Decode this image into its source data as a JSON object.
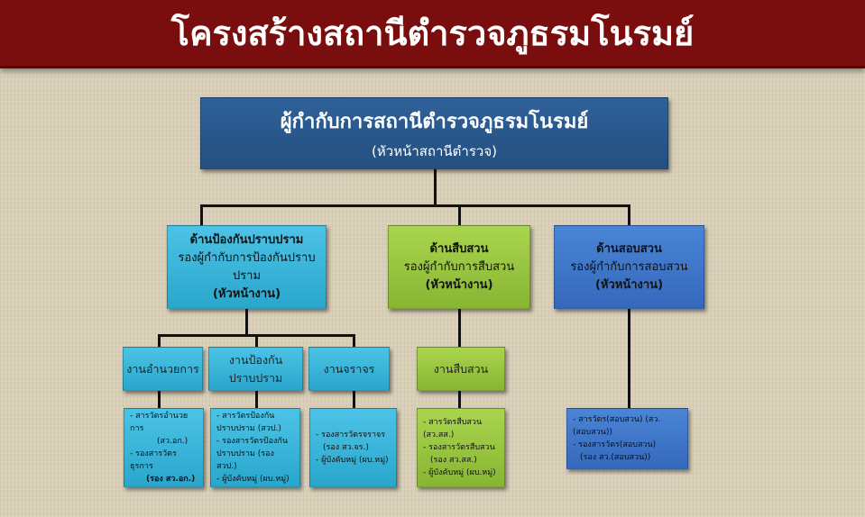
{
  "title": "โครงสร้างสถานีตำรวจภูธรมโนรมย์",
  "top": {
    "title": "ผู้กำกับการสถานีตำรวจภูธรมโนรมย์",
    "subtitle": "(หัวหน้าสถานีตำรวจ)"
  },
  "divisions": [
    {
      "name": "ด้านป้องกันปราบปราม",
      "deputy": "รองผู้กำกับการป้องกันปราบปราม",
      "role": "(หัวหน้างาน)"
    },
    {
      "name": "ด้านสืบสวน",
      "deputy": "รองผู้กำกับการสืบสวน",
      "role": "(หัวหน้างาน)"
    },
    {
      "name": "ด้านสอบสวน",
      "deputy": "รองผู้กำกับการสอบสวน",
      "role": "(หัวหน้างาน)"
    }
  ],
  "units": [
    {
      "label": "งานอำนวยการ"
    },
    {
      "label": "งานป้องกัน ปราบปราม"
    },
    {
      "label": "งานจราจร"
    },
    {
      "label": "งานสืบสวน"
    }
  ],
  "staff": [
    {
      "lines": [
        "- สารวัตรอำนวยการ",
        "(สว.อก.)",
        "- รองสารวัตรธุรการ",
        "(รอง สว.อก.)"
      ]
    },
    {
      "lines": [
        "- สารวัตรป้องกัน",
        "ปราบปราม (สวป.)",
        "- รองสารวัตรป้องกัน",
        "ปราบปราม (รอง สวป.)",
        "- ผู้บังคับหมู่ (ผบ.หมู่)"
      ]
    },
    {
      "lines": [
        "- รองสารวัตรจราจร",
        "(รอง สว.จร.)",
        "- ผู้บังคับหมู่ (ผบ.หมู่)"
      ]
    },
    {
      "lines": [
        "- สารวัตรสืบสวน (สว.สส.)",
        "- รองสารวัตรสืบสวน",
        "(รอง สว.สส.)",
        "- ผู้บังคับหมู่ (ผบ.หมู่)"
      ]
    },
    {
      "lines": [
        "- สารวัตร(สอบสวน) (สว.(สอบสวน))",
        "- รองสารวัตร(สอบสวน)",
        "(รอง สว.(สอบสวน))"
      ]
    }
  ]
}
